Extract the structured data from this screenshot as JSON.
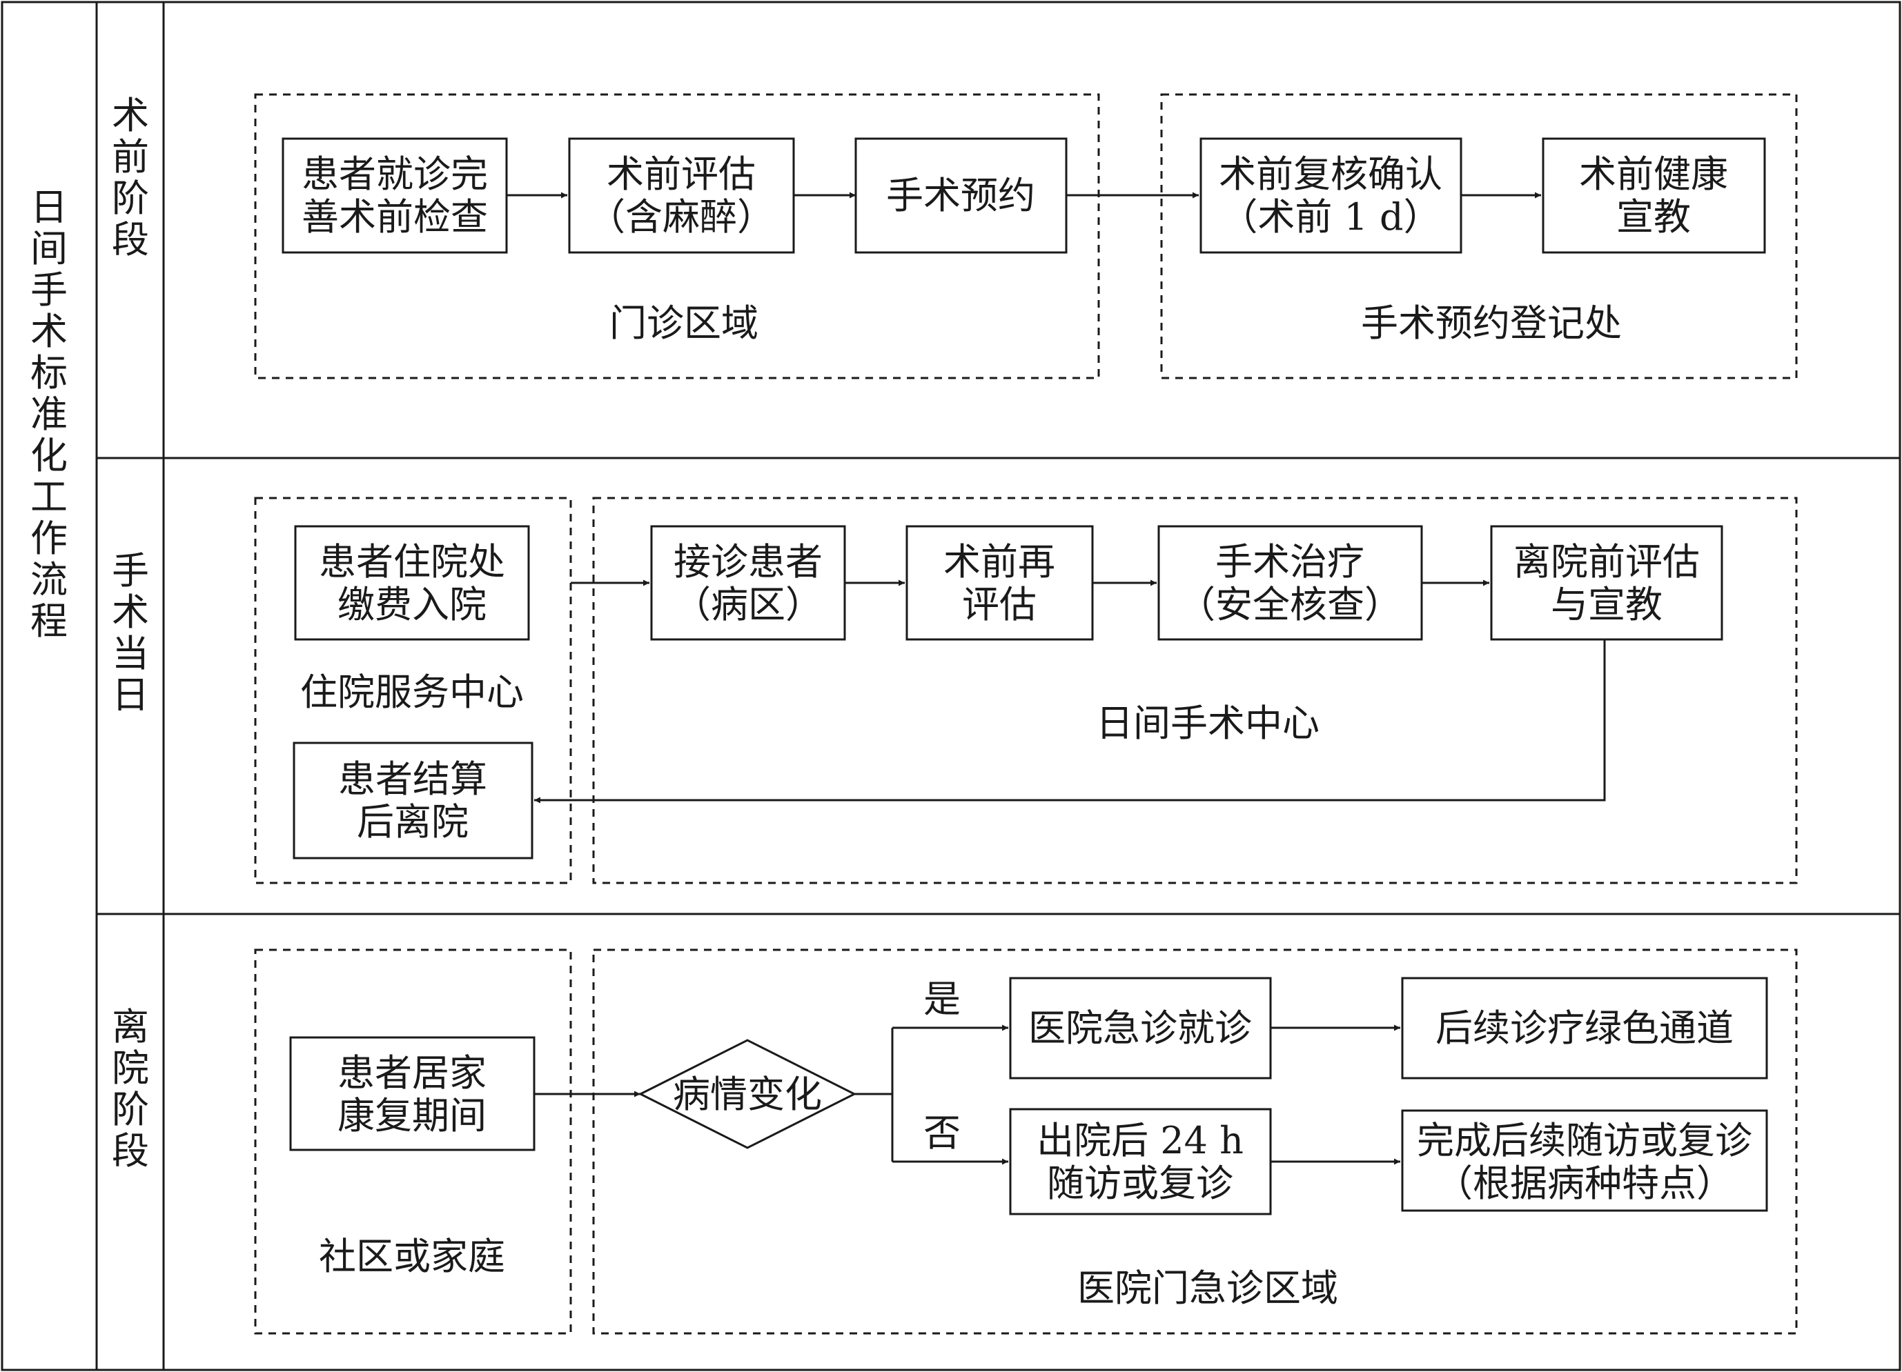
{
  "title": "日间手术标准化工作流程",
  "stages": [
    {
      "name": "术前阶段"
    },
    {
      "name": "手术当日"
    },
    {
      "name": "离院阶段"
    }
  ],
  "regions": {
    "clinic": "门诊区域",
    "appointment_office": "手术预约登记处",
    "admission_center": "住院服务中心",
    "day_surgery_center": "日间手术中心",
    "community_home": "社区或家庭",
    "hospital_emergency_area": "医院门急诊区域"
  },
  "nodes": {
    "visit": [
      "患者就诊完",
      "善术前检查"
    ],
    "pre_eval": [
      "术前评估",
      "（含麻醉）"
    ],
    "booking": [
      "手术预约"
    ],
    "confirm": [
      "术前复核确认",
      "（术前 1 d）"
    ],
    "education": [
      "术前健康",
      "宣教"
    ],
    "admission": [
      "患者住院处",
      "缴费入院"
    ],
    "receive": [
      "接诊患者",
      "（病区）"
    ],
    "reeval": [
      "术前再",
      "评估"
    ],
    "surgery": [
      "手术治疗",
      "（安全核查）"
    ],
    "discharge_eval": [
      "离院前评估",
      "与宣教"
    ],
    "settle": [
      "患者结算",
      "后离院"
    ],
    "home": [
      "患者居家",
      "康复期间"
    ],
    "condition": [
      "病情变化"
    ],
    "emergency": [
      "医院急诊就诊"
    ],
    "green_channel": [
      "后续诊疗绿色通道"
    ],
    "followup24": [
      "出院后 24 h",
      "随访或复诊"
    ],
    "followup_later": [
      "完成后续随访或复诊",
      "（根据病种特点）"
    ]
  },
  "branches": {
    "yes": "是",
    "no": "否"
  },
  "edges": [
    [
      "visit",
      "pre_eval"
    ],
    [
      "pre_eval",
      "booking"
    ],
    [
      "booking",
      "confirm"
    ],
    [
      "confirm",
      "education"
    ],
    [
      "admission",
      "receive"
    ],
    [
      "receive",
      "reeval"
    ],
    [
      "reeval",
      "surgery"
    ],
    [
      "surgery",
      "discharge_eval"
    ],
    [
      "discharge_eval",
      "settle"
    ],
    [
      "home",
      "condition"
    ],
    [
      "condition",
      "emergency",
      "是"
    ],
    [
      "condition",
      "followup24",
      "否"
    ],
    [
      "emergency",
      "green_channel"
    ],
    [
      "followup24",
      "followup_later"
    ]
  ]
}
